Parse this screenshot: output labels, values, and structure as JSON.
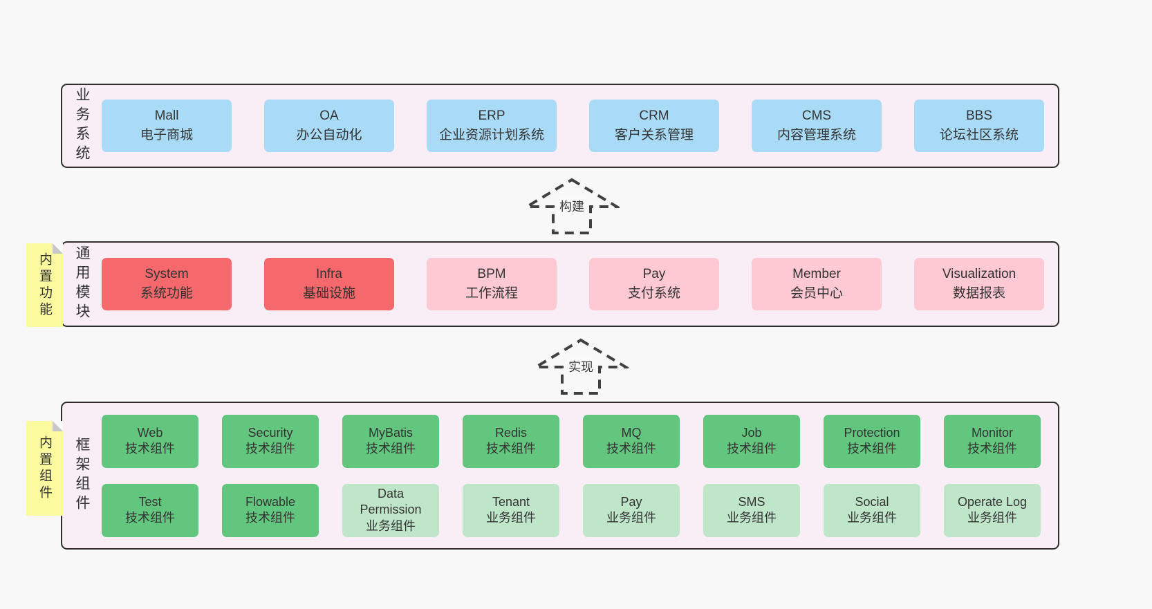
{
  "colors": {
    "page_bg": "#f8f8f8",
    "band_bg": "#f9edf6",
    "band_border": "#2d2d2d",
    "blue_box": "#a9dbf7",
    "red_box": "#f5696c",
    "pink_box": "#fec9d2",
    "green_box": "#63c67e",
    "light_green_box": "#bfe6c9",
    "sticky_note": "#fbfa9e",
    "note_fold": "#c8c8c8",
    "text": "#333333"
  },
  "arrows": {
    "build": {
      "label": "构建"
    },
    "implement": {
      "label": "实现"
    }
  },
  "bands": {
    "business": {
      "label": "业务系统",
      "boxes": [
        {
          "name": "Mall",
          "desc": "电子商城"
        },
        {
          "name": "OA",
          "desc": "办公自动化"
        },
        {
          "name": "ERP",
          "desc": "企业资源计划系统"
        },
        {
          "name": "CRM",
          "desc": "客户关系管理"
        },
        {
          "name": "CMS",
          "desc": "内容管理系统"
        },
        {
          "name": "BBS",
          "desc": "论坛社区系统"
        }
      ]
    },
    "modules": {
      "label": "通用模块",
      "note": "内置功能",
      "boxes": [
        {
          "name": "System",
          "desc": "系统功能"
        },
        {
          "name": "Infra",
          "desc": "基础设施"
        },
        {
          "name": "BPM",
          "desc": "工作流程"
        },
        {
          "name": "Pay",
          "desc": "支付系统"
        },
        {
          "name": "Member",
          "desc": "会员中心"
        },
        {
          "name": "Visualization",
          "desc": "数据报表"
        }
      ]
    },
    "framework": {
      "label": "框架组件",
      "note": "内置组件",
      "row1": [
        {
          "name": "Web",
          "desc": "技术组件"
        },
        {
          "name": "Security",
          "desc": "技术组件"
        },
        {
          "name": "MyBatis",
          "desc": "技术组件"
        },
        {
          "name": "Redis",
          "desc": "技术组件"
        },
        {
          "name": "MQ",
          "desc": "技术组件"
        },
        {
          "name": "Job",
          "desc": "技术组件"
        },
        {
          "name": "Protection",
          "desc": "技术组件"
        },
        {
          "name": "Monitor",
          "desc": "技术组件"
        }
      ],
      "row2": [
        {
          "name": "Test",
          "desc": "技术组件"
        },
        {
          "name": "Flowable",
          "desc": "技术组件"
        },
        {
          "name": "Data Permission",
          "desc": "业务组件"
        },
        {
          "name": "Tenant",
          "desc": "业务组件"
        },
        {
          "name": "Pay",
          "desc": "业务组件"
        },
        {
          "name": "SMS",
          "desc": "业务组件"
        },
        {
          "name": "Social",
          "desc": "业务组件"
        },
        {
          "name": "Operate Log",
          "desc": "业务组件"
        }
      ]
    }
  }
}
